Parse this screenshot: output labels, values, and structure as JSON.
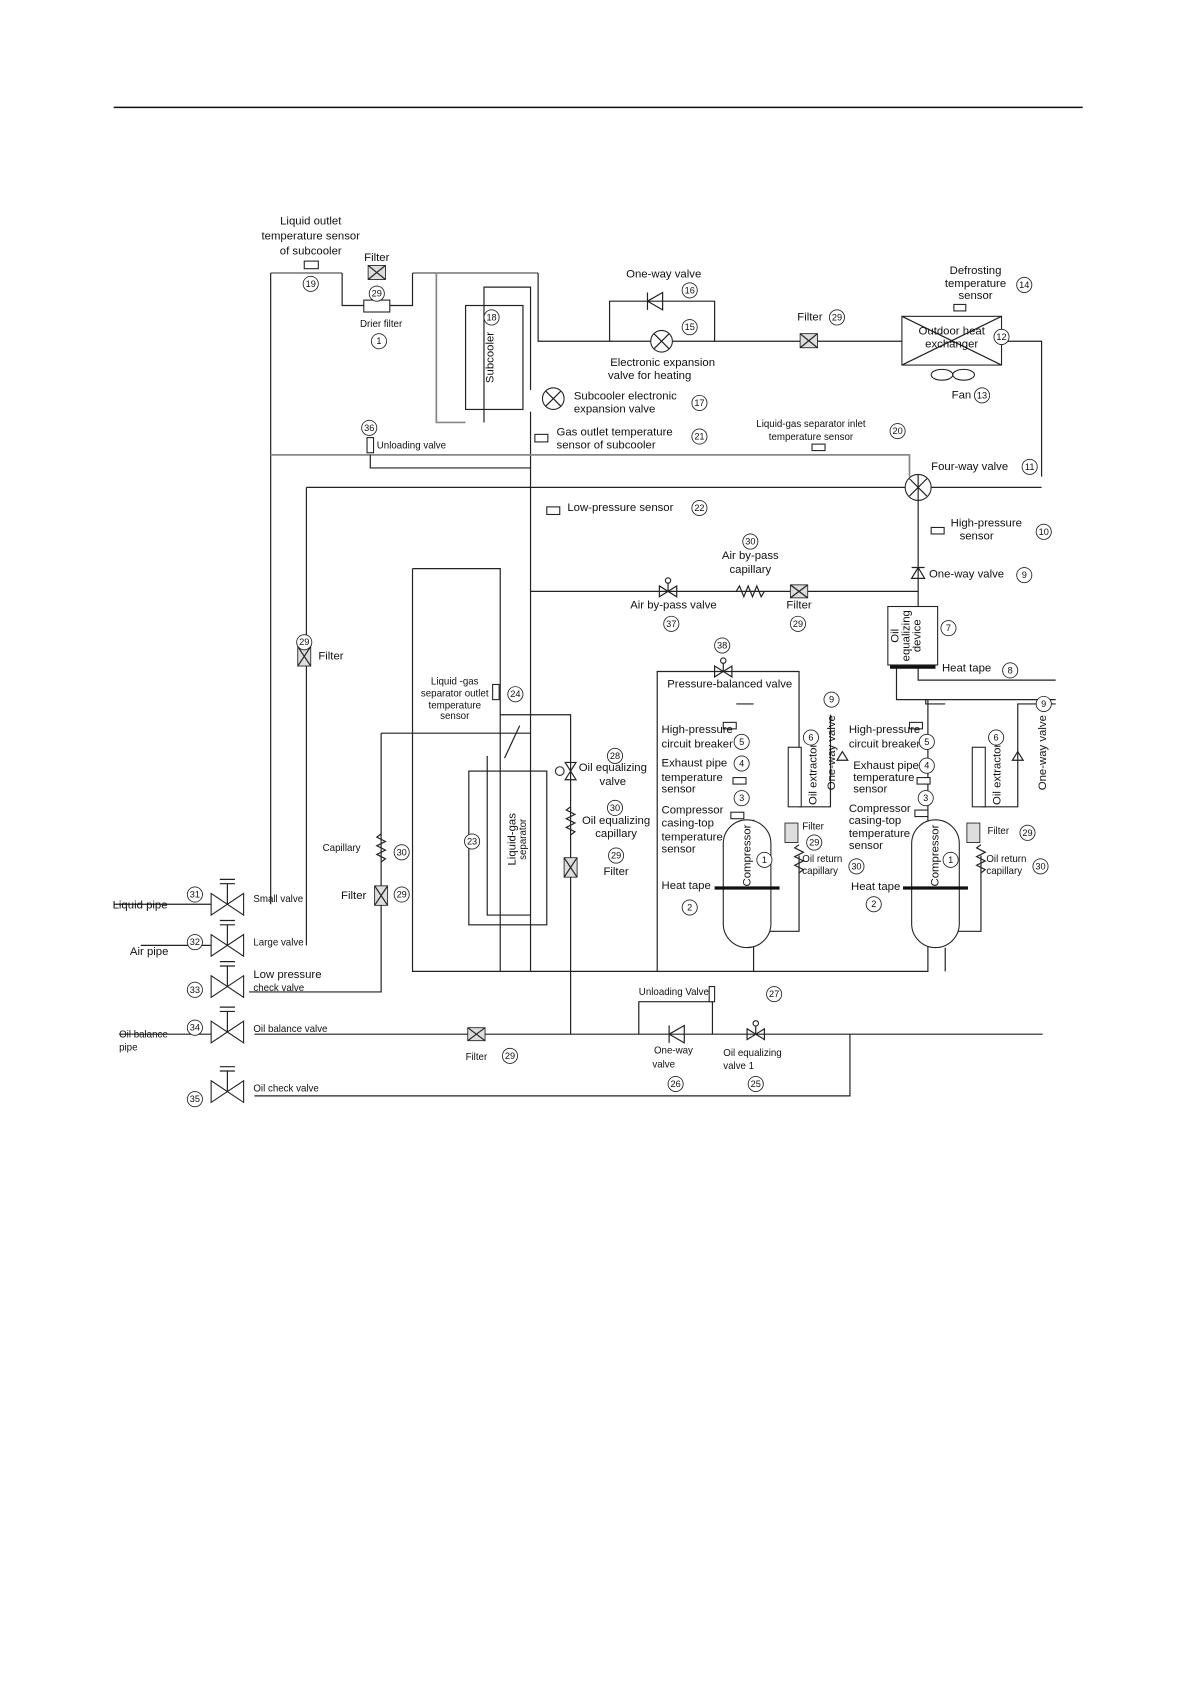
{
  "labels": [
    "Liquid outlet",
    "temperature sensor",
    "of subcooler",
    "Filter",
    "Drier filter",
    "Subcooler",
    "One-way valve",
    "Electronic expansion",
    "valve for heating",
    "Filter",
    "Defrosting",
    "temperature",
    "sensor",
    "Outdoor heat",
    "exchanger",
    "Fan",
    "Subcooler electronic",
    "expansion valve",
    "Liquid-gas separator inlet",
    "temperature sensor",
    "Gas outlet temperature",
    "sensor of subcooler",
    "Unloading valve",
    "Four-way valve",
    "Low-pressure sensor",
    "High-pressure",
    "sensor",
    "Air by-pass",
    "capillary",
    "One-way valve",
    "Air by-pass valve",
    "Filter",
    "Oil",
    "equalizing",
    "device",
    "Heat tape",
    "Filter",
    "Pressure-balanced valve",
    "Liquid -gas",
    "separator outlet",
    "temperature",
    "sensor",
    "High-pressure",
    "circuit breaker",
    "Exhaust pipe",
    "temperature",
    "sensor",
    "Compressor",
    "casing-top",
    "temperature",
    "sensor",
    "One-way valve",
    "Oil extractor",
    "Oil equalizing",
    "valve",
    "Oil equalizing",
    "capillary",
    "Filter",
    "Compressor",
    "Filter",
    "Oil return",
    "capillary",
    "Heat tape",
    "High-pressure",
    "circuit breaker",
    "Exhaust pipe",
    "temperature",
    "sensor",
    "Compressor",
    "casing-top",
    "temperature",
    "sensor",
    "Compressor",
    "Filter",
    "Oil return",
    "capillary",
    "Heat tape",
    "Oil extractor",
    "One-way valve",
    "Liquid-gas",
    "separator",
    "Capillary",
    "Filter",
    "Liquid pipe",
    "Small valve",
    "Air pipe",
    "Large valve",
    "Low pressure",
    "check valve",
    "Oil balance",
    "pipe",
    "Oil balance valve",
    "Oil check valve",
    "Filter",
    "Unloading Valve",
    "One-way",
    "valve",
    "Oil equalizing",
    "valve 1"
  ],
  "numbers": [
    "19",
    "29",
    "1",
    "18",
    "16",
    "15",
    "29",
    "14",
    "12",
    "13",
    "17",
    "20",
    "21",
    "36",
    "11",
    "22",
    "10",
    "30",
    "9",
    "37",
    "29",
    "7",
    "8",
    "29",
    "38",
    "24",
    "5",
    "4",
    "3",
    "9",
    "6",
    "28",
    "30",
    "29",
    "1",
    "29",
    "30",
    "2",
    "5",
    "4",
    "3",
    "1",
    "29",
    "30",
    "2",
    "6",
    "9",
    "23",
    "30",
    "29",
    "31",
    "32",
    "33",
    "34",
    "35",
    "29",
    "27",
    "26",
    "25"
  ]
}
